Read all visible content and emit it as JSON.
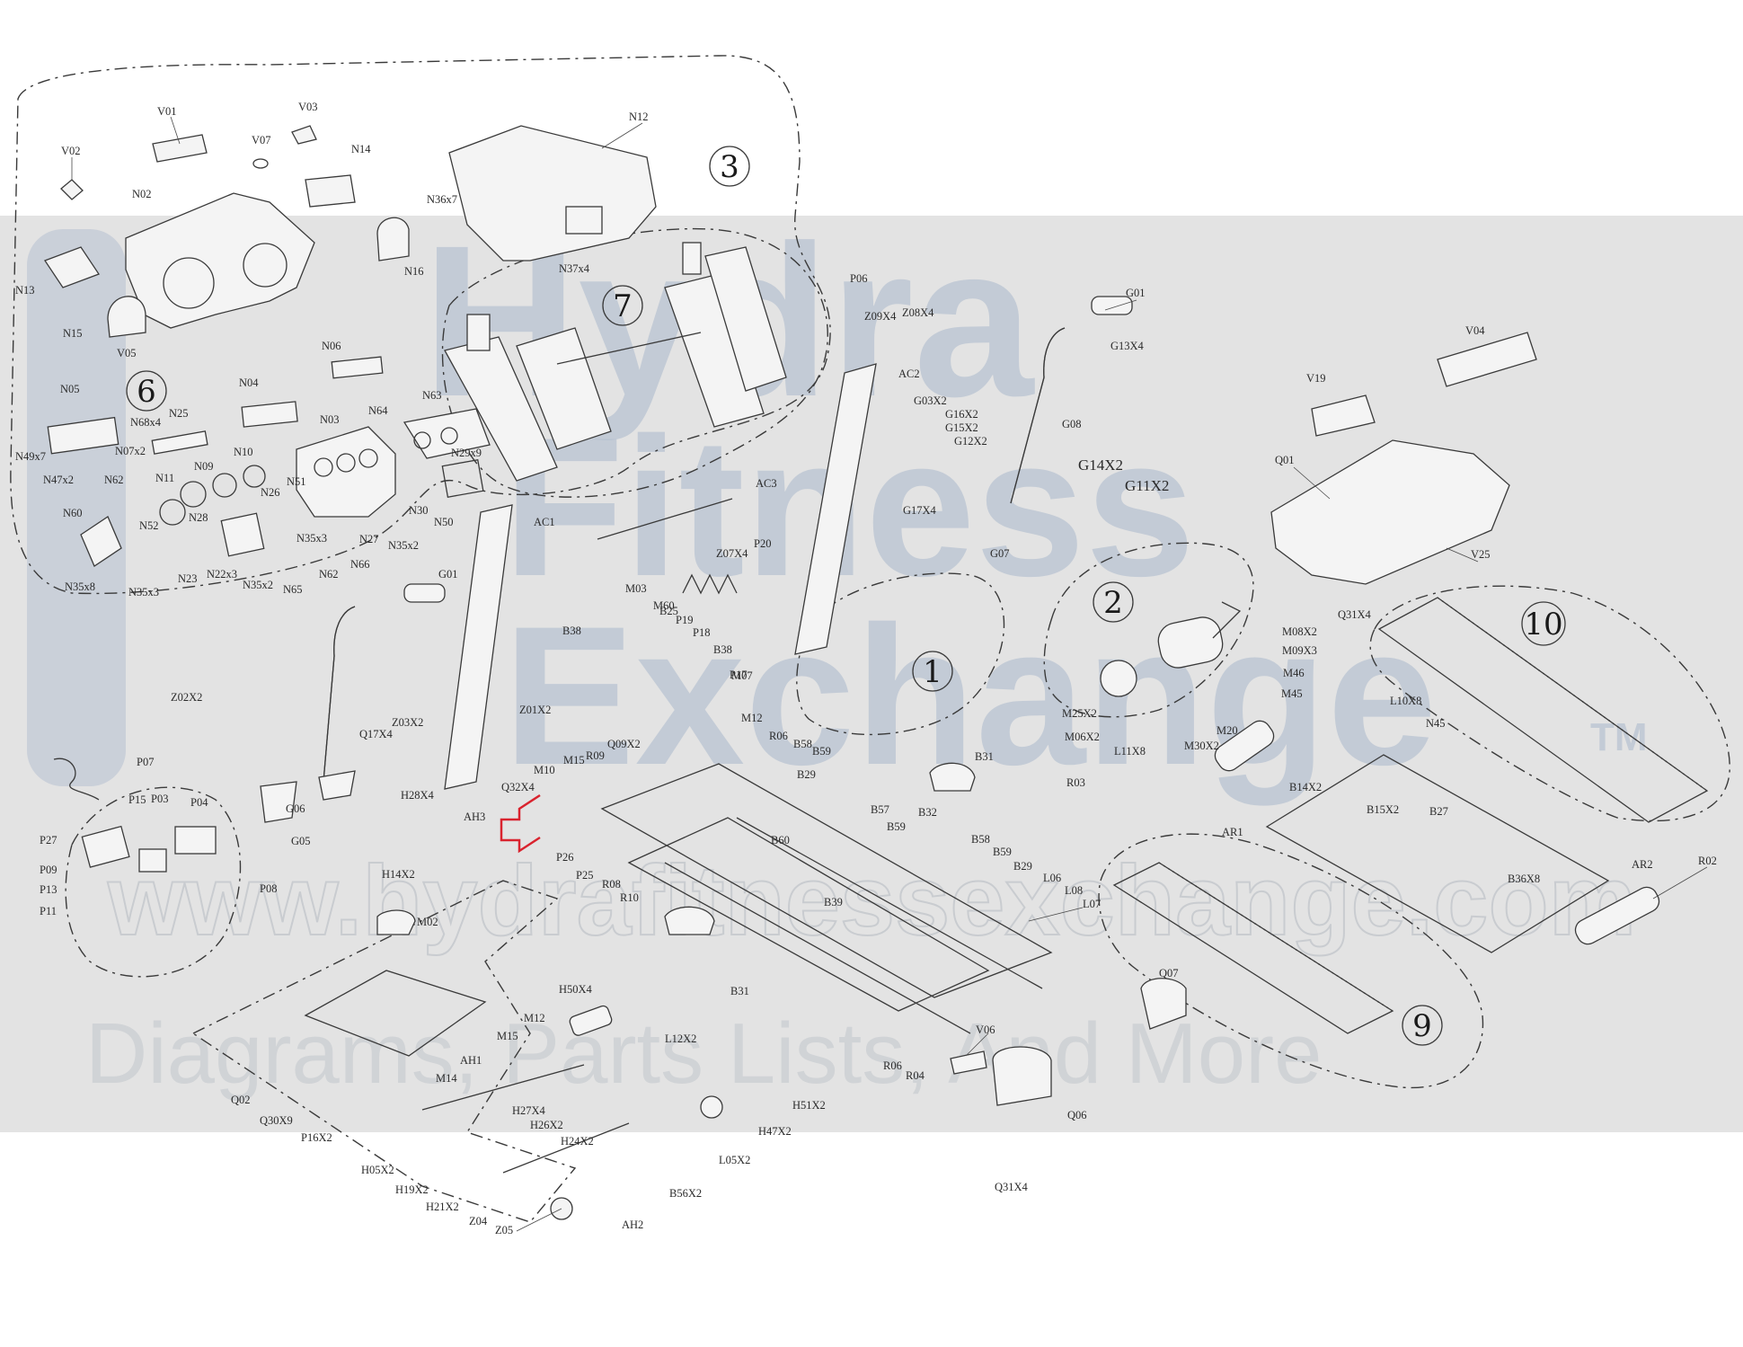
{
  "watermark": {
    "line1": "Hydra",
    "line2": "Fitness",
    "line3": "Exchange",
    "tm": "TM",
    "url": "www.hydrafitnessexchange.com",
    "tagline": "Diagrams, Parts Lists, And More"
  },
  "colors": {
    "band": "#e3e3e3",
    "watermark_logo": "#aab9cc",
    "highlight_arrow": "#d9232e",
    "line": "#3a3a3a"
  },
  "section_numbers": [
    "1",
    "2",
    "3",
    "6",
    "7",
    "9",
    "10"
  ],
  "part_labels": [
    "V01",
    "V02",
    "V03",
    "V07",
    "N12",
    "N02",
    "N14",
    "N36x7",
    "N13",
    "N15",
    "N16",
    "N37x4",
    "V05",
    "N05",
    "N06",
    "N04",
    "N68x4",
    "N25",
    "N03",
    "N63",
    "N64",
    "N49x7",
    "N07x2",
    "N29x9",
    "N47x2",
    "N62",
    "N09",
    "N10",
    "N11",
    "N26",
    "N51",
    "N60",
    "N28",
    "N52",
    "N30",
    "N50",
    "N27",
    "N35x2",
    "N35x3",
    "N23",
    "N22x3",
    "N65",
    "N62",
    "N66",
    "N35x8",
    "N35x3",
    "N35x2",
    "P06",
    "Z09X4",
    "Z08X4",
    "G01",
    "G13X4",
    "V04",
    "V19",
    "AC2",
    "G03X2",
    "G16X2",
    "G15X2",
    "G12X2",
    "G08",
    "G14X2",
    "G11X2",
    "Q01",
    "AC3",
    "G17X4",
    "G07",
    "AC1",
    "Z07X4",
    "P20",
    "V25",
    "Q31X4",
    "G01",
    "M03",
    "M60",
    "B25",
    "P19",
    "P18",
    "B38",
    "B38",
    "P17",
    "M07",
    "M08X2",
    "M09X3",
    "M46",
    "M45",
    "M20",
    "M30X2",
    "M25X2",
    "M06X2",
    "L11X8",
    "L10X8",
    "N45",
    "Z02X2",
    "Z03X2",
    "Z01X2",
    "Q17X4",
    "M12",
    "Q09X2",
    "M10",
    "M15",
    "R09",
    "R06",
    "B58",
    "B59",
    "B29",
    "B31",
    "R03",
    "AR1",
    "B14X2",
    "B15X2",
    "B27",
    "P07",
    "G06",
    "H28X4",
    "Q32X4",
    "AH3",
    "P15",
    "P03",
    "P04",
    "B57",
    "B59",
    "B32",
    "P27",
    "P26",
    "P25",
    "R08",
    "R10",
    "B60",
    "B58",
    "B59",
    "B29",
    "P09",
    "P13",
    "P11",
    "P08",
    "G05",
    "H14X2",
    "L06",
    "L08",
    "L07",
    "B39",
    "B36X8",
    "AR2",
    "R02",
    "M02",
    "B31",
    "Q07",
    "H50X4",
    "M12",
    "M15",
    "AH1",
    "M14",
    "L12X2",
    "V06",
    "R06",
    "R04",
    "Q06",
    "Q02",
    "Q30X9",
    "P16X2",
    "H27X4",
    "H26X2",
    "H24X2",
    "H51X2",
    "H47X2",
    "L05X2",
    "H05X2",
    "H19X2",
    "H21X2",
    "Z04",
    "Z05",
    "AH2",
    "B56X2",
    "Q31X4"
  ]
}
